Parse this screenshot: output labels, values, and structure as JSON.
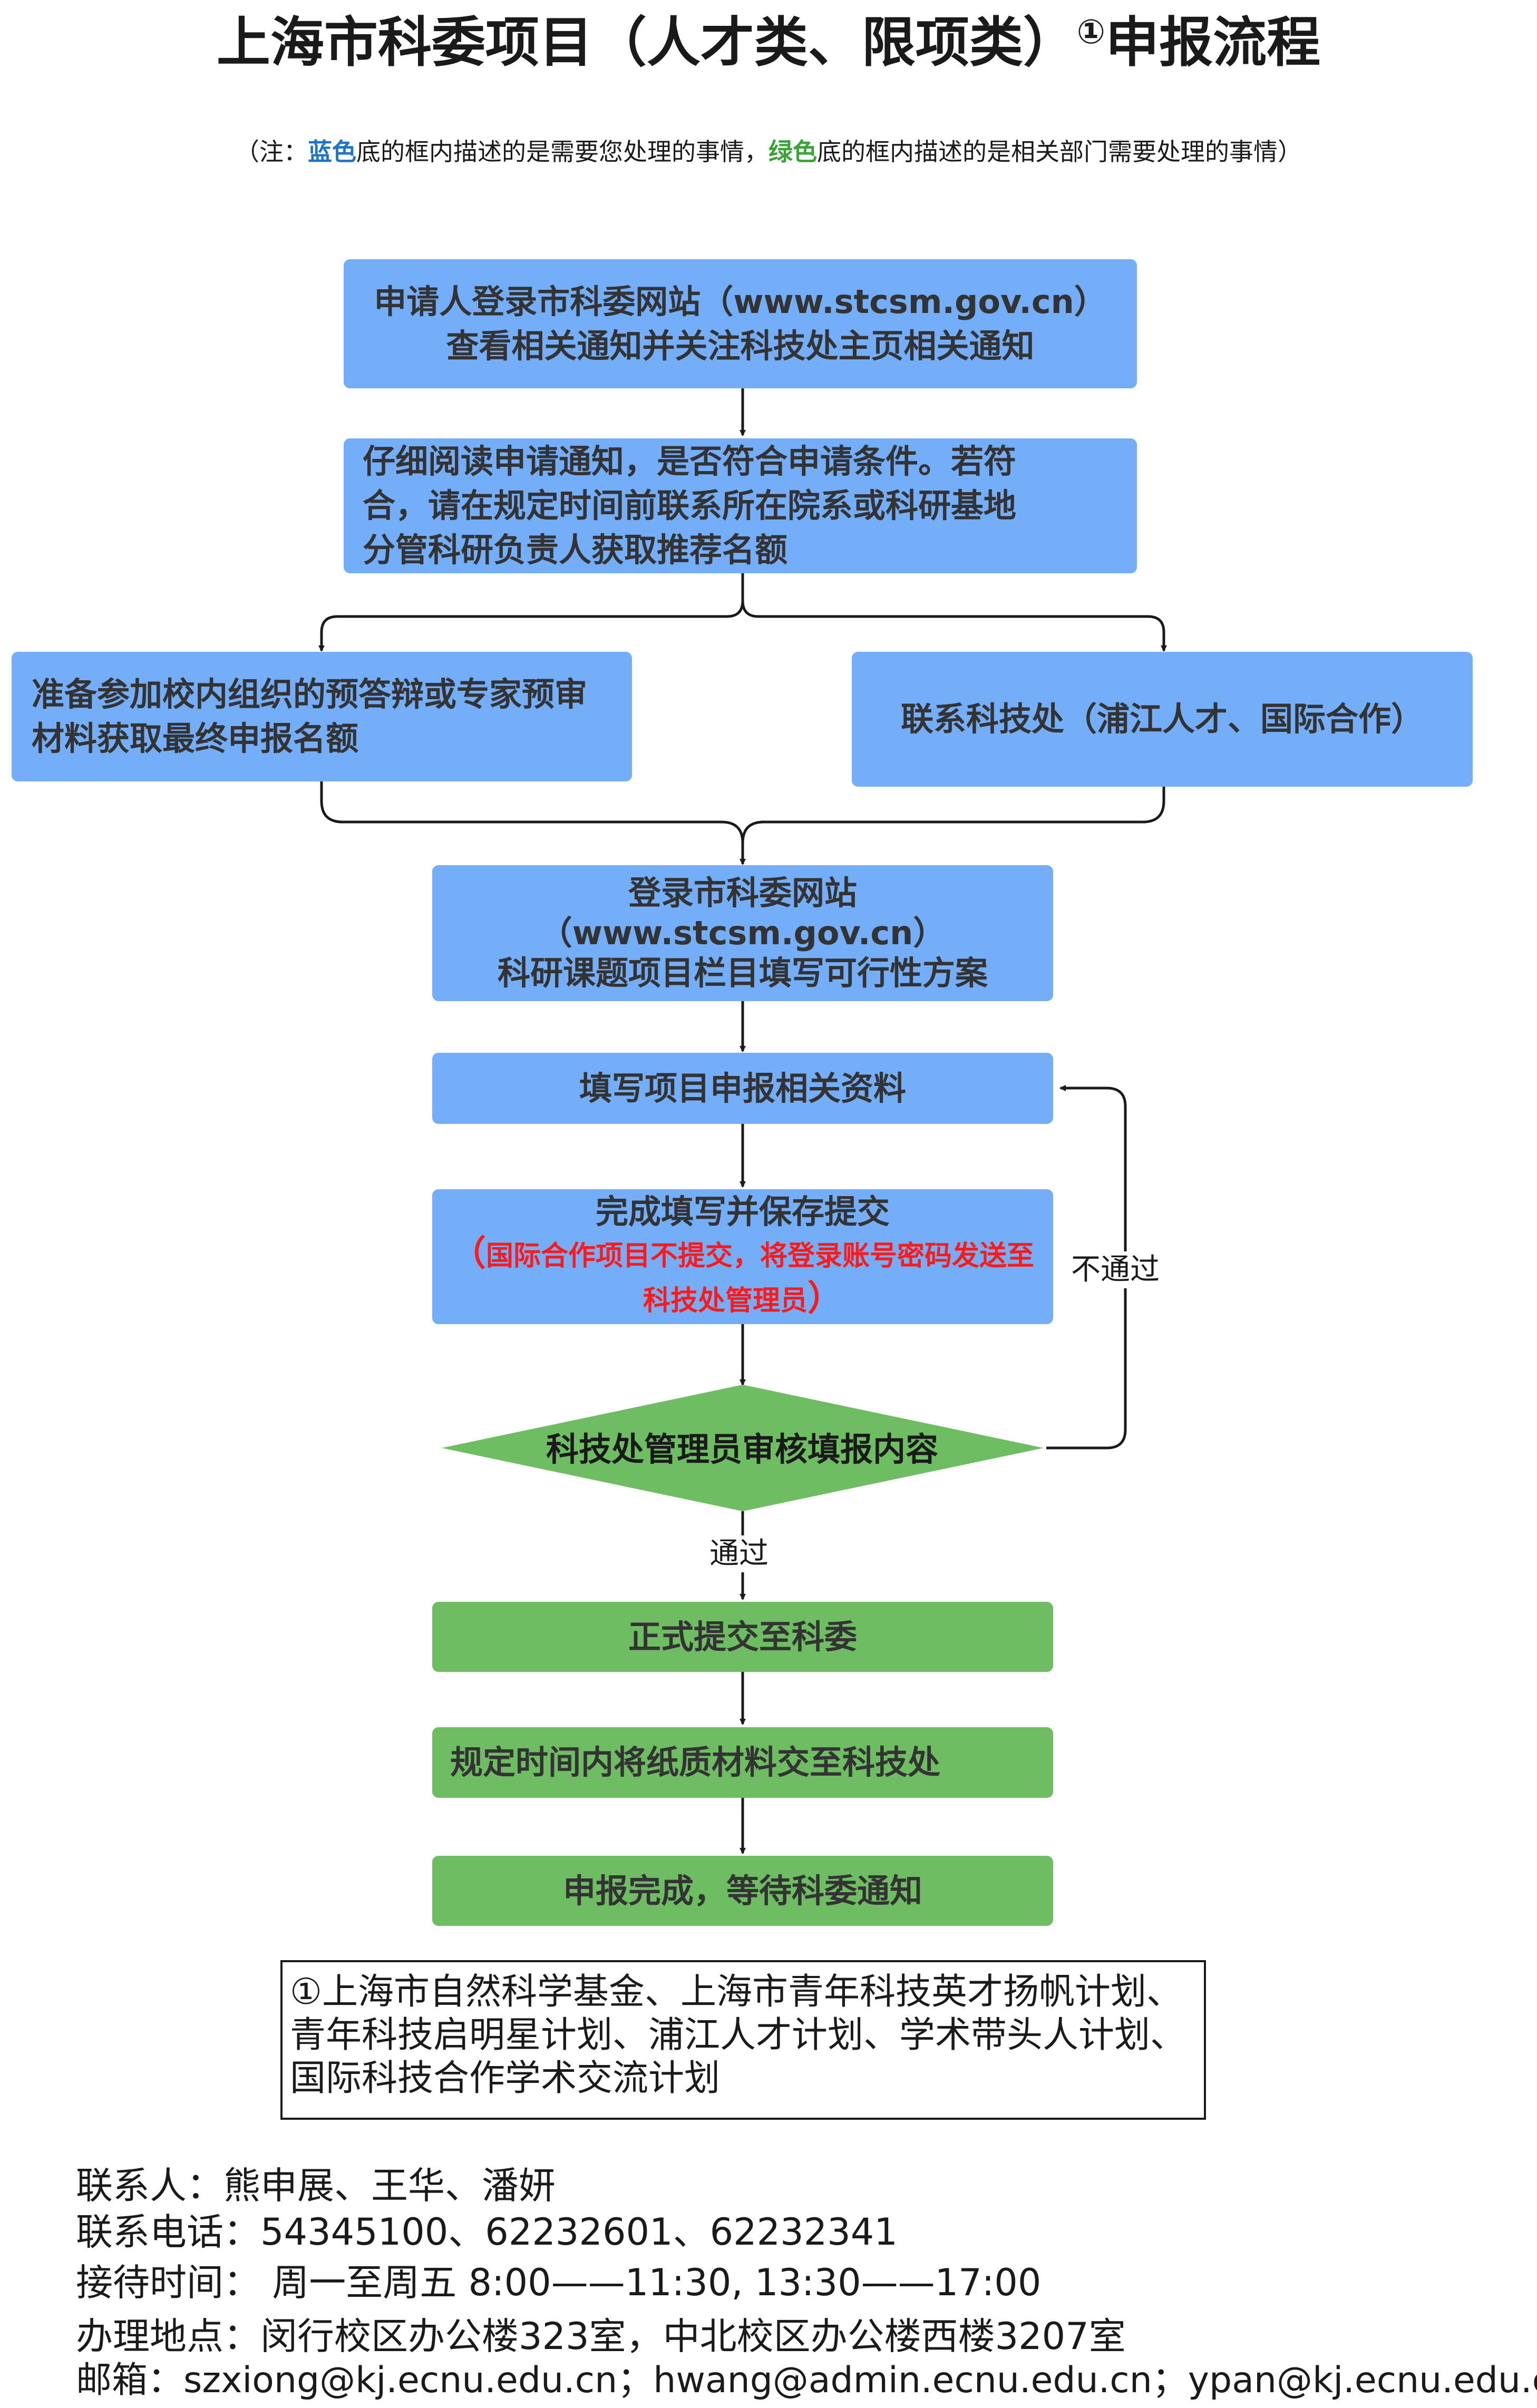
{
  "title": {
    "main": "上海市科委项目（人才类、限项类）",
    "footnote_mark": "①",
    "suffix": "申报流程"
  },
  "legend_note": {
    "open": "（注：",
    "blue_word": "蓝色",
    "middle": "底的框内描述的是需要您处理的事情，",
    "green_word": "绿色",
    "end": "底的框内描述的是相关部门需要处理的事情）"
  },
  "colors": {
    "applicant_box": "#74aef8",
    "department_box": "#6ebd63",
    "warning_text": "#ff1a1a",
    "note_blue": "#1f73c9",
    "note_green": "#3aa335"
  },
  "steps": {
    "login_notice": [
      "申请人登录市科委网站（www.stcsm.gov.cn）",
      "查看相关通知并关注科技处主页相关通知"
    ],
    "read_notice": [
      "仔细阅读申请通知，是否符合申请条件。若符",
      "合，请在规定时间前联系所在院系或科研基地",
      "分管科研负责人获取推荐名额"
    ],
    "prepare_defense": [
      "准备参加校内组织的预答辩或专家预审",
      "材料获取最终申报名额"
    ],
    "contact_office": [
      "联系科技处（浦江人才、国际合作）"
    ],
    "login_site": [
      "登录市科委网站",
      "（www.stcsm.gov.cn）",
      "科研课题项目栏目填写可行性方案"
    ],
    "fill_materials": "填写项目申报相关资料",
    "complete_submit": {
      "main": "完成填写并保存提交",
      "warning_open": "（",
      "warning_line1": "国际合作项目不提交，将登录账号密码发送至",
      "warning_line2": "科技处管理员",
      "warning_close": "）"
    },
    "review": "科技处管理员审核填报内容",
    "formal_submit": "正式提交至科委",
    "paper_submit": "规定时间内将纸质材料交至科技处",
    "done": "申报完成，等待科委通知"
  },
  "edge_labels": {
    "pass": "通过",
    "fail": "不通过"
  },
  "footnote": [
    "①上海市自然科学基金、上海市青年科技英才扬帆计划、",
    "青年科技启明星计划、浦江人才计划、学术带头人计划、",
    "国际科技合作学术交流计划"
  ],
  "contact": {
    "people": "联系人：熊申展、王华、潘妍",
    "phone": "联系电话：54345100、62232601、62232341",
    "hours": "接待时间： 周一至周五 8:00——11:30, 13:30——17:00",
    "location": "办理地点：闵行校区办公楼323室，中北校区办公楼西楼3207室",
    "email": "邮箱：szxiong@kj.ecnu.edu.cn；hwang@admin.ecnu.edu.cn；ypan@kj.ecnu.edu.cn"
  }
}
